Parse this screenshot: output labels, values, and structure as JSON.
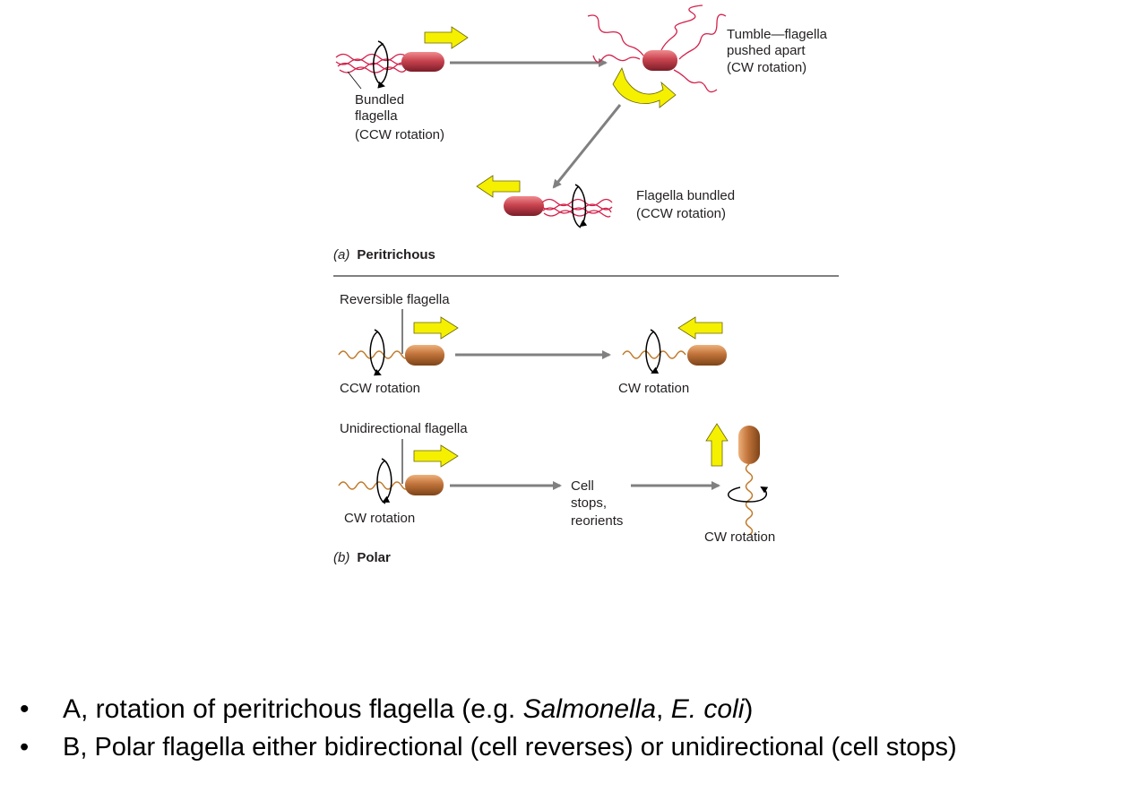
{
  "diagram": {
    "panel_a": {
      "bundled_label": [
        "Bundled",
        "flagella",
        "(CCW rotation)"
      ],
      "tumble_label": [
        "Tumble—flagella",
        "pushed apart",
        "(CW rotation)"
      ],
      "rebundled_label": [
        "Flagella bundled",
        "(CCW rotation)"
      ],
      "panel_letter": "(a)",
      "panel_title": "Peritrichous"
    },
    "panel_b": {
      "reversible_label": "Reversible flagella",
      "ccw_label": "CCW rotation",
      "cw_label_reverse": "CW rotation",
      "unidirectional_label": "Unidirectional flagella",
      "cw_label_start": "CW rotation",
      "stops_label": [
        "Cell",
        "stops,",
        "reorients"
      ],
      "cw_label_end": "CW rotation",
      "panel_letter": "(b)",
      "panel_title": "Polar"
    },
    "colors": {
      "red_cell": "#c8434f",
      "red_flagella": "#d4204a",
      "brown_cell": "#c0733a",
      "brown_flagella": "#c07a2a",
      "yellow_arrow": "#f5f000",
      "gray_arrow": "#808080"
    }
  },
  "bullets": [
    {
      "marker": "•",
      "parts": [
        {
          "text": "A, rotation of peritrichous flagella (e.g. "
        },
        {
          "text": "Salmonella"
        },
        {
          "text": ", "
        },
        {
          "text": "E. coli"
        },
        {
          "text": ")"
        }
      ]
    },
    {
      "marker": "•",
      "text": "B, Polar flagella either bidirectional (cell reverses) or unidirectional (cell stops)"
    }
  ]
}
